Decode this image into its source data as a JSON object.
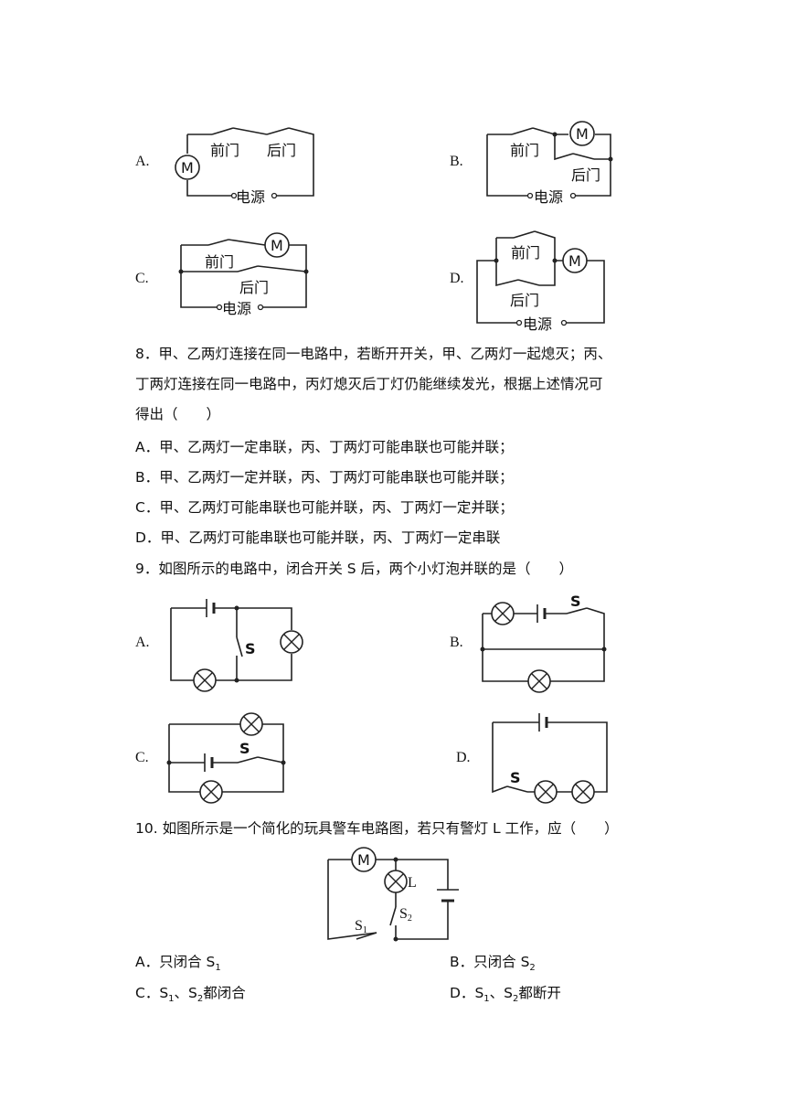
{
  "q7": {
    "options": [
      {
        "letter": "A.",
        "labels": {
          "front": "前门",
          "back": "后门",
          "power": "电源",
          "motor": "M"
        }
      },
      {
        "letter": "B.",
        "labels": {
          "front": "前门",
          "back": "后门",
          "power": "电源",
          "motor": "M"
        }
      },
      {
        "letter": "C.",
        "labels": {
          "front": "前门",
          "back": "后门",
          "power": "电源",
          "motor": "M"
        }
      },
      {
        "letter": "D.",
        "labels": {
          "front": "前门",
          "back": "后门",
          "power": "电源",
          "motor": "M"
        }
      }
    ]
  },
  "q8": {
    "stem": [
      "8．甲、乙两灯连接在同一电路中，若断开开关，甲、乙两灯一起熄灭；丙、",
      "丁两灯连接在同一电路中，丙灯熄灭后丁灯仍能继续发光，根据上述情况可",
      "得出（　　）"
    ],
    "choices": [
      "A．甲、乙两灯一定串联，丙、丁两灯可能串联也可能并联；",
      "B．甲、乙两灯一定并联，丙、丁两灯可能串联也可能并联；",
      "C．甲、乙两灯可能串联也可能并联，丙、丁两灯一定并联；",
      "D．甲、乙两灯可能串联也可能并联，丙、丁两灯一定串联"
    ]
  },
  "q9": {
    "stem": "9．如图所示的电路中，闭合开关  S 后，两个小灯泡并联的是（　　）",
    "options": [
      {
        "letter": "A.",
        "switch": "S"
      },
      {
        "letter": "B.",
        "switch": "S"
      },
      {
        "letter": "C.",
        "switch": "S"
      },
      {
        "letter": "D.",
        "switch": "S"
      }
    ]
  },
  "q10": {
    "stem": "10. 如图所示是一个简化的玩具警车电路图，若只有警灯 L 工作，应（　　）",
    "figure": {
      "motor": "M",
      "lamp": "L",
      "s1": "S",
      "s1_sub": "1",
      "s2": "S",
      "s2_sub": "2"
    },
    "choices": [
      {
        "letter": "A．",
        "text": "只闭合 S",
        "sub": "1"
      },
      {
        "letter": "B．",
        "text": "只闭合 S",
        "sub": "2"
      },
      {
        "letter": "C．",
        "text": "S",
        "sub": "1",
        "mid": "、S",
        "sub2": "2",
        "tail": "都闭合"
      },
      {
        "letter": "D．",
        "text": "S",
        "sub": "1",
        "mid": "、S",
        "sub2": "2",
        "tail": "都断开"
      }
    ]
  }
}
